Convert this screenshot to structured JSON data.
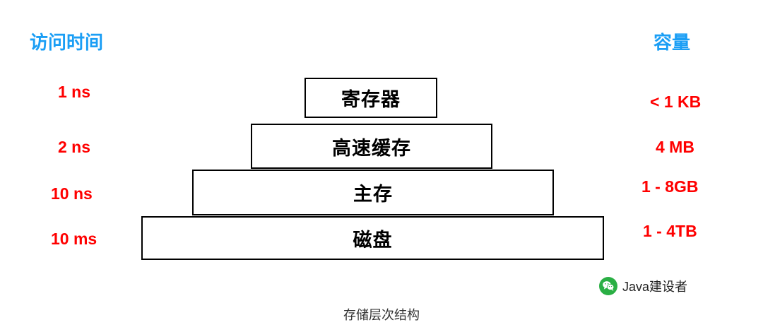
{
  "headings": {
    "left": "访问时间",
    "right": "容量",
    "left_color": "#1a9ef5",
    "right_color": "#1a9ef5"
  },
  "label_color": "#ff0000",
  "levels": [
    {
      "access_time": "1 ns",
      "name": "寄存器",
      "capacity": "< 1 KB"
    },
    {
      "access_time": "2 ns",
      "name": "高速缓存",
      "capacity": "4 MB"
    },
    {
      "access_time": "10 ns",
      "name": "主存",
      "capacity": "1 - 8GB"
    },
    {
      "access_time": "10 ms",
      "name": "磁盘",
      "capacity": "1 - 4TB"
    }
  ],
  "caption": "存储层次结构",
  "watermark": {
    "text": "Java建设者",
    "icon": "wechat-icon"
  }
}
